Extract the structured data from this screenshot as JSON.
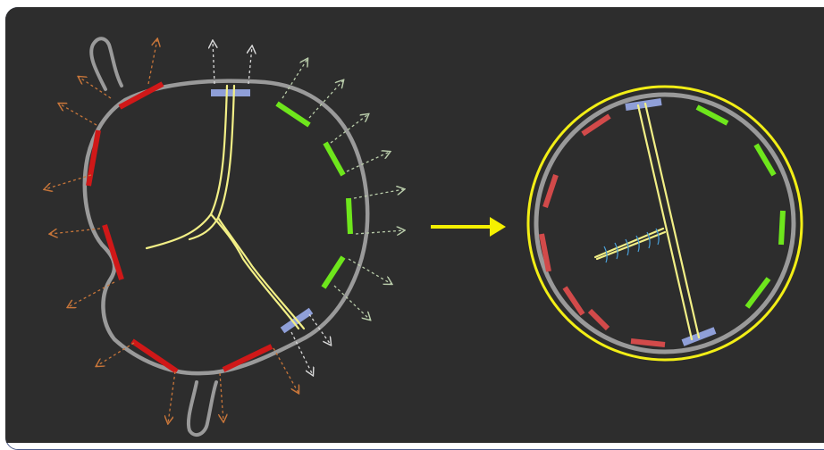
{
  "diagram": {
    "description_free": true,
    "colors": {
      "background": "#2d2d2d",
      "frame_border": "#4a5a8a",
      "outline_gray": "#9a9a9a",
      "red_segment": "#d01818",
      "red_segment_soft": "#d24a4a",
      "green_segment": "#6ee61c",
      "blue_segment": "#8f9fd8",
      "yellow_structure": "#f2ef86",
      "yellow_ring": "#f2ee16",
      "arrow_yellow": "#f4f000",
      "orange_arrow": "#c8763a",
      "white_arrow": "#d9d9d9",
      "green_arrow": "#b9ccaa",
      "suture_blue": "#4aa0d8"
    },
    "panels": [
      {
        "id": "left",
        "shape": "irregular-ring"
      },
      {
        "id": "transition",
        "shape": "arrow"
      },
      {
        "id": "right",
        "shape": "circular-ring"
      }
    ]
  }
}
